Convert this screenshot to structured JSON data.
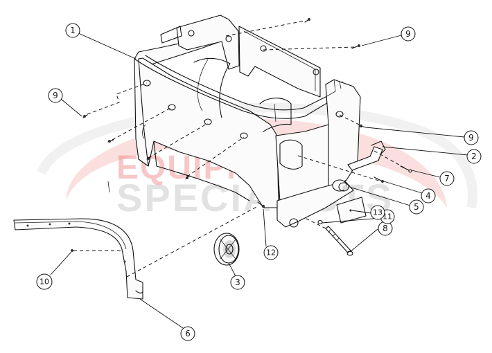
{
  "watermark": {
    "line1": "EQUIPMENT",
    "line2": "SPECIALISTS",
    "accent_color": "#e43b3b",
    "secondary_color": "#9a9a9a"
  },
  "callouts": [
    {
      "id": "c1",
      "label": "1"
    },
    {
      "id": "c2",
      "label": "2"
    },
    {
      "id": "c3",
      "label": "3"
    },
    {
      "id": "c4",
      "label": "4"
    },
    {
      "id": "c5",
      "label": "5"
    },
    {
      "id": "c6",
      "label": "6"
    },
    {
      "id": "c7",
      "label": "7"
    },
    {
      "id": "c8",
      "label": "8"
    },
    {
      "id": "c9a",
      "label": "9"
    },
    {
      "id": "c9b",
      "label": "9"
    },
    {
      "id": "c9c",
      "label": "9"
    },
    {
      "id": "c10",
      "label": "10"
    },
    {
      "id": "c11",
      "label": "11"
    },
    {
      "id": "c12",
      "label": "12"
    },
    {
      "id": "c13",
      "label": "13"
    }
  ]
}
